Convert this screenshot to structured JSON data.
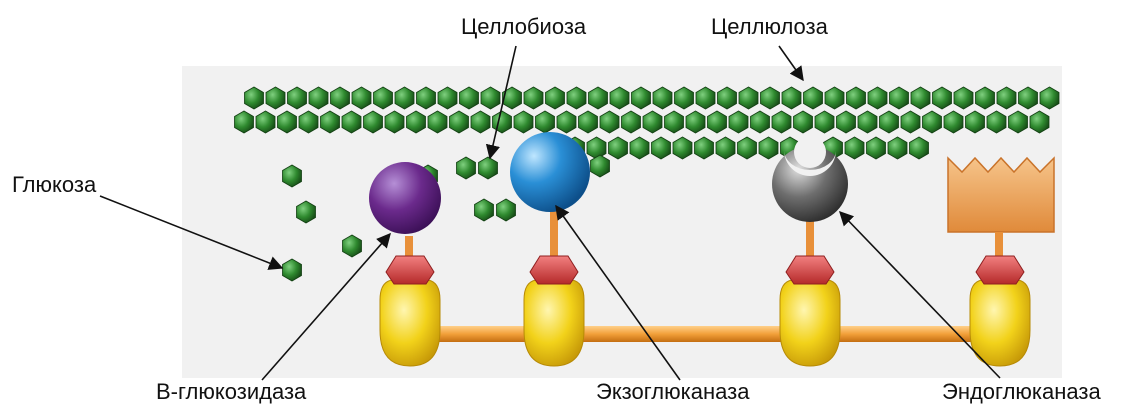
{
  "labels": {
    "cellobiose": "Целлобиоза",
    "cellulose": "Целлюлоза",
    "glucose": "Глюкоза",
    "beta_glucosidase": "В-глюкозидаза",
    "exoglucanase": "Экзоглюканаза",
    "endoglucanase": "Эндоглюканаза"
  },
  "colors": {
    "glucose_green": "#2f8a2f",
    "glucose_dark": "#1a5c1a",
    "beta_glucosidase_purple": "#6b2a8c",
    "exoglucanase_blue": "#2a8fd6",
    "endoglucanase_gray": "#6e6e6e",
    "scaffold_orange": "#f2a03a",
    "dockerin_red": "#d94a4a",
    "cohesin_yellow": "#f2d21a",
    "block_orange": "#f0b06a",
    "background_panel": "#f1f1f1"
  }
}
